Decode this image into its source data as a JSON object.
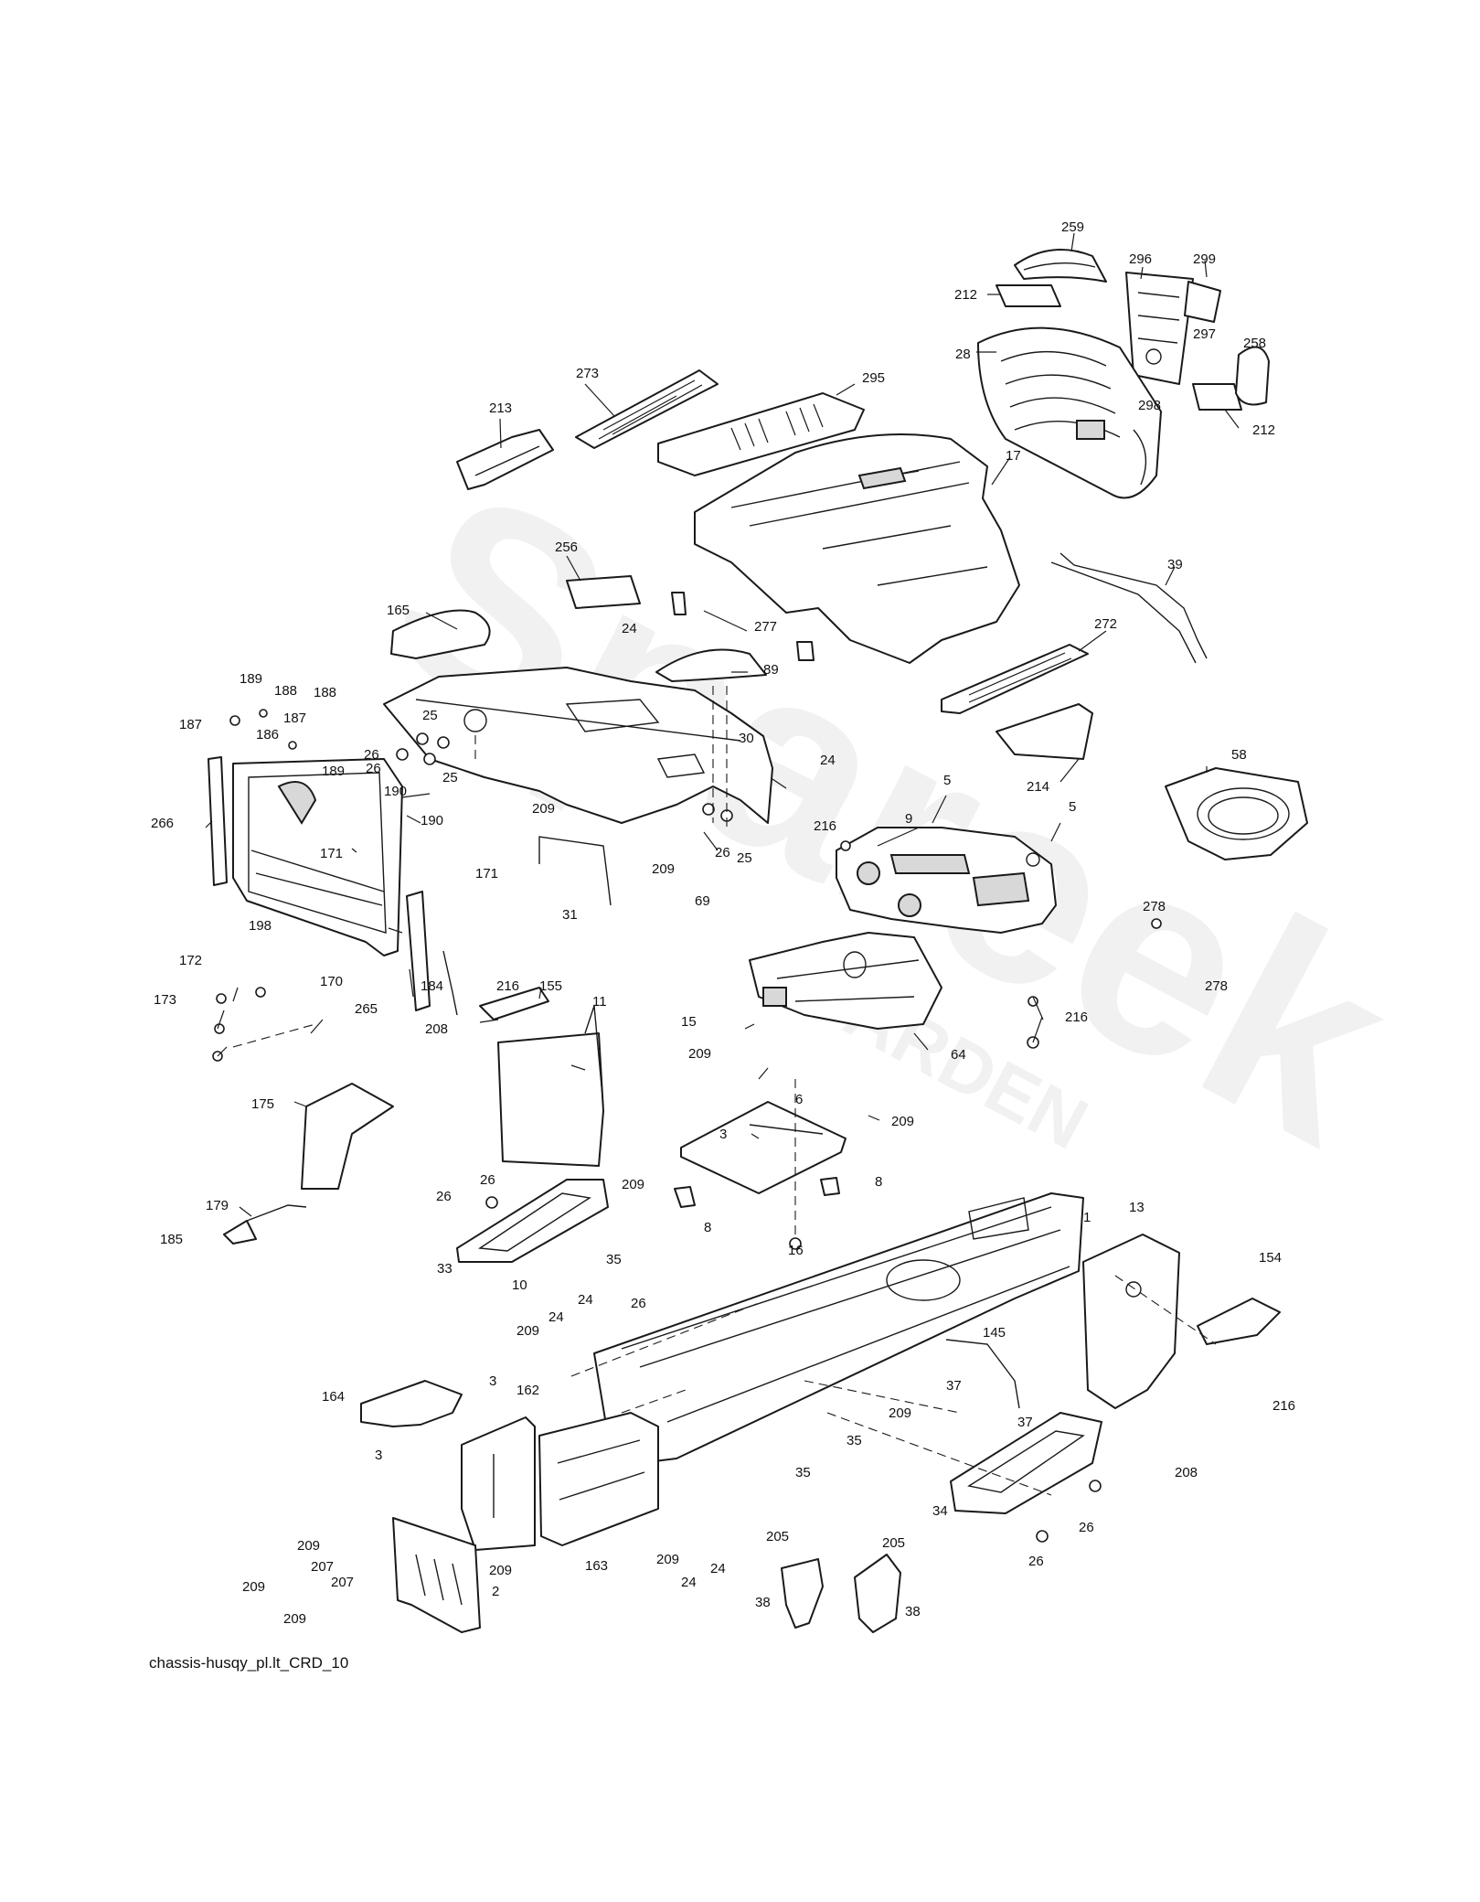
{
  "caption": "chassis-husqy_pl.lt_CRD_10",
  "watermark": {
    "brand": "Spareek",
    "sub": "GARDEN"
  },
  "callouts": {
    "c259": "259",
    "c296": "296",
    "c299": "299",
    "c212a": "212",
    "c297": "297",
    "c258": "258",
    "c28": "28",
    "c298": "298",
    "c212b": "212",
    "c273": "273",
    "c295": "295",
    "c213": "213",
    "c17": "17",
    "c39": "39",
    "c256": "256",
    "c165": "165",
    "c277": "277",
    "c24a": "24",
    "c272": "272",
    "c89": "89",
    "c189a": "189",
    "c188a": "188",
    "c188b": "188",
    "c187a": "187",
    "c186": "186",
    "c187b": "187",
    "c189b": "189",
    "c25a": "25",
    "c26a": "26",
    "c26b": "26",
    "c25b": "25",
    "c30": "30",
    "c24b": "24",
    "c214": "214",
    "c58": "58",
    "c190a": "190",
    "c190b": "190",
    "c266": "266",
    "c171a": "171",
    "c171b": "171",
    "c209a": "209",
    "c5a": "5",
    "c5b": "5",
    "c9": "9",
    "c216a": "216",
    "c26c": "26",
    "c25c": "25",
    "c209b": "209",
    "c198": "198",
    "c172": "172",
    "c173": "173",
    "c170": "170",
    "c265": "265",
    "c184": "184",
    "c31": "31",
    "c69": "69",
    "c278a": "278",
    "c278b": "278",
    "c216b": "216",
    "c155": "155",
    "c11": "11",
    "c216c": "216",
    "c208a": "208",
    "c15": "15",
    "c64": "64",
    "c209c": "209",
    "c6": "6",
    "c209d": "209",
    "c3a": "3",
    "c175": "175",
    "c26d": "26",
    "c26e": "26",
    "c209e": "209",
    "c8a": "8",
    "c8b": "8",
    "c179": "179",
    "c185": "185",
    "c35a": "35",
    "c33": "33",
    "c10": "10",
    "c16": "16",
    "c1": "1",
    "c13": "13",
    "c154": "154",
    "c24c": "24",
    "c209f": "209",
    "c24d": "24",
    "c26f": "26",
    "c145": "145",
    "c3b": "3",
    "c162": "162",
    "c164": "164",
    "c37a": "37",
    "c209g": "209",
    "c216d": "216",
    "c37b": "37",
    "c3c": "3",
    "c35b": "35",
    "c35c": "35",
    "c208b": "208",
    "c34": "34",
    "c26g": "26",
    "c26h": "26",
    "c209h": "209",
    "c207a": "207",
    "c209i": "209",
    "c207b": "207",
    "c209j": "209",
    "c2": "2",
    "c209k": "209",
    "c163": "163",
    "c209l": "209",
    "c24e": "24",
    "c24f": "24",
    "c205a": "205",
    "c205b": "205",
    "c38a": "38",
    "c38b": "38"
  }
}
